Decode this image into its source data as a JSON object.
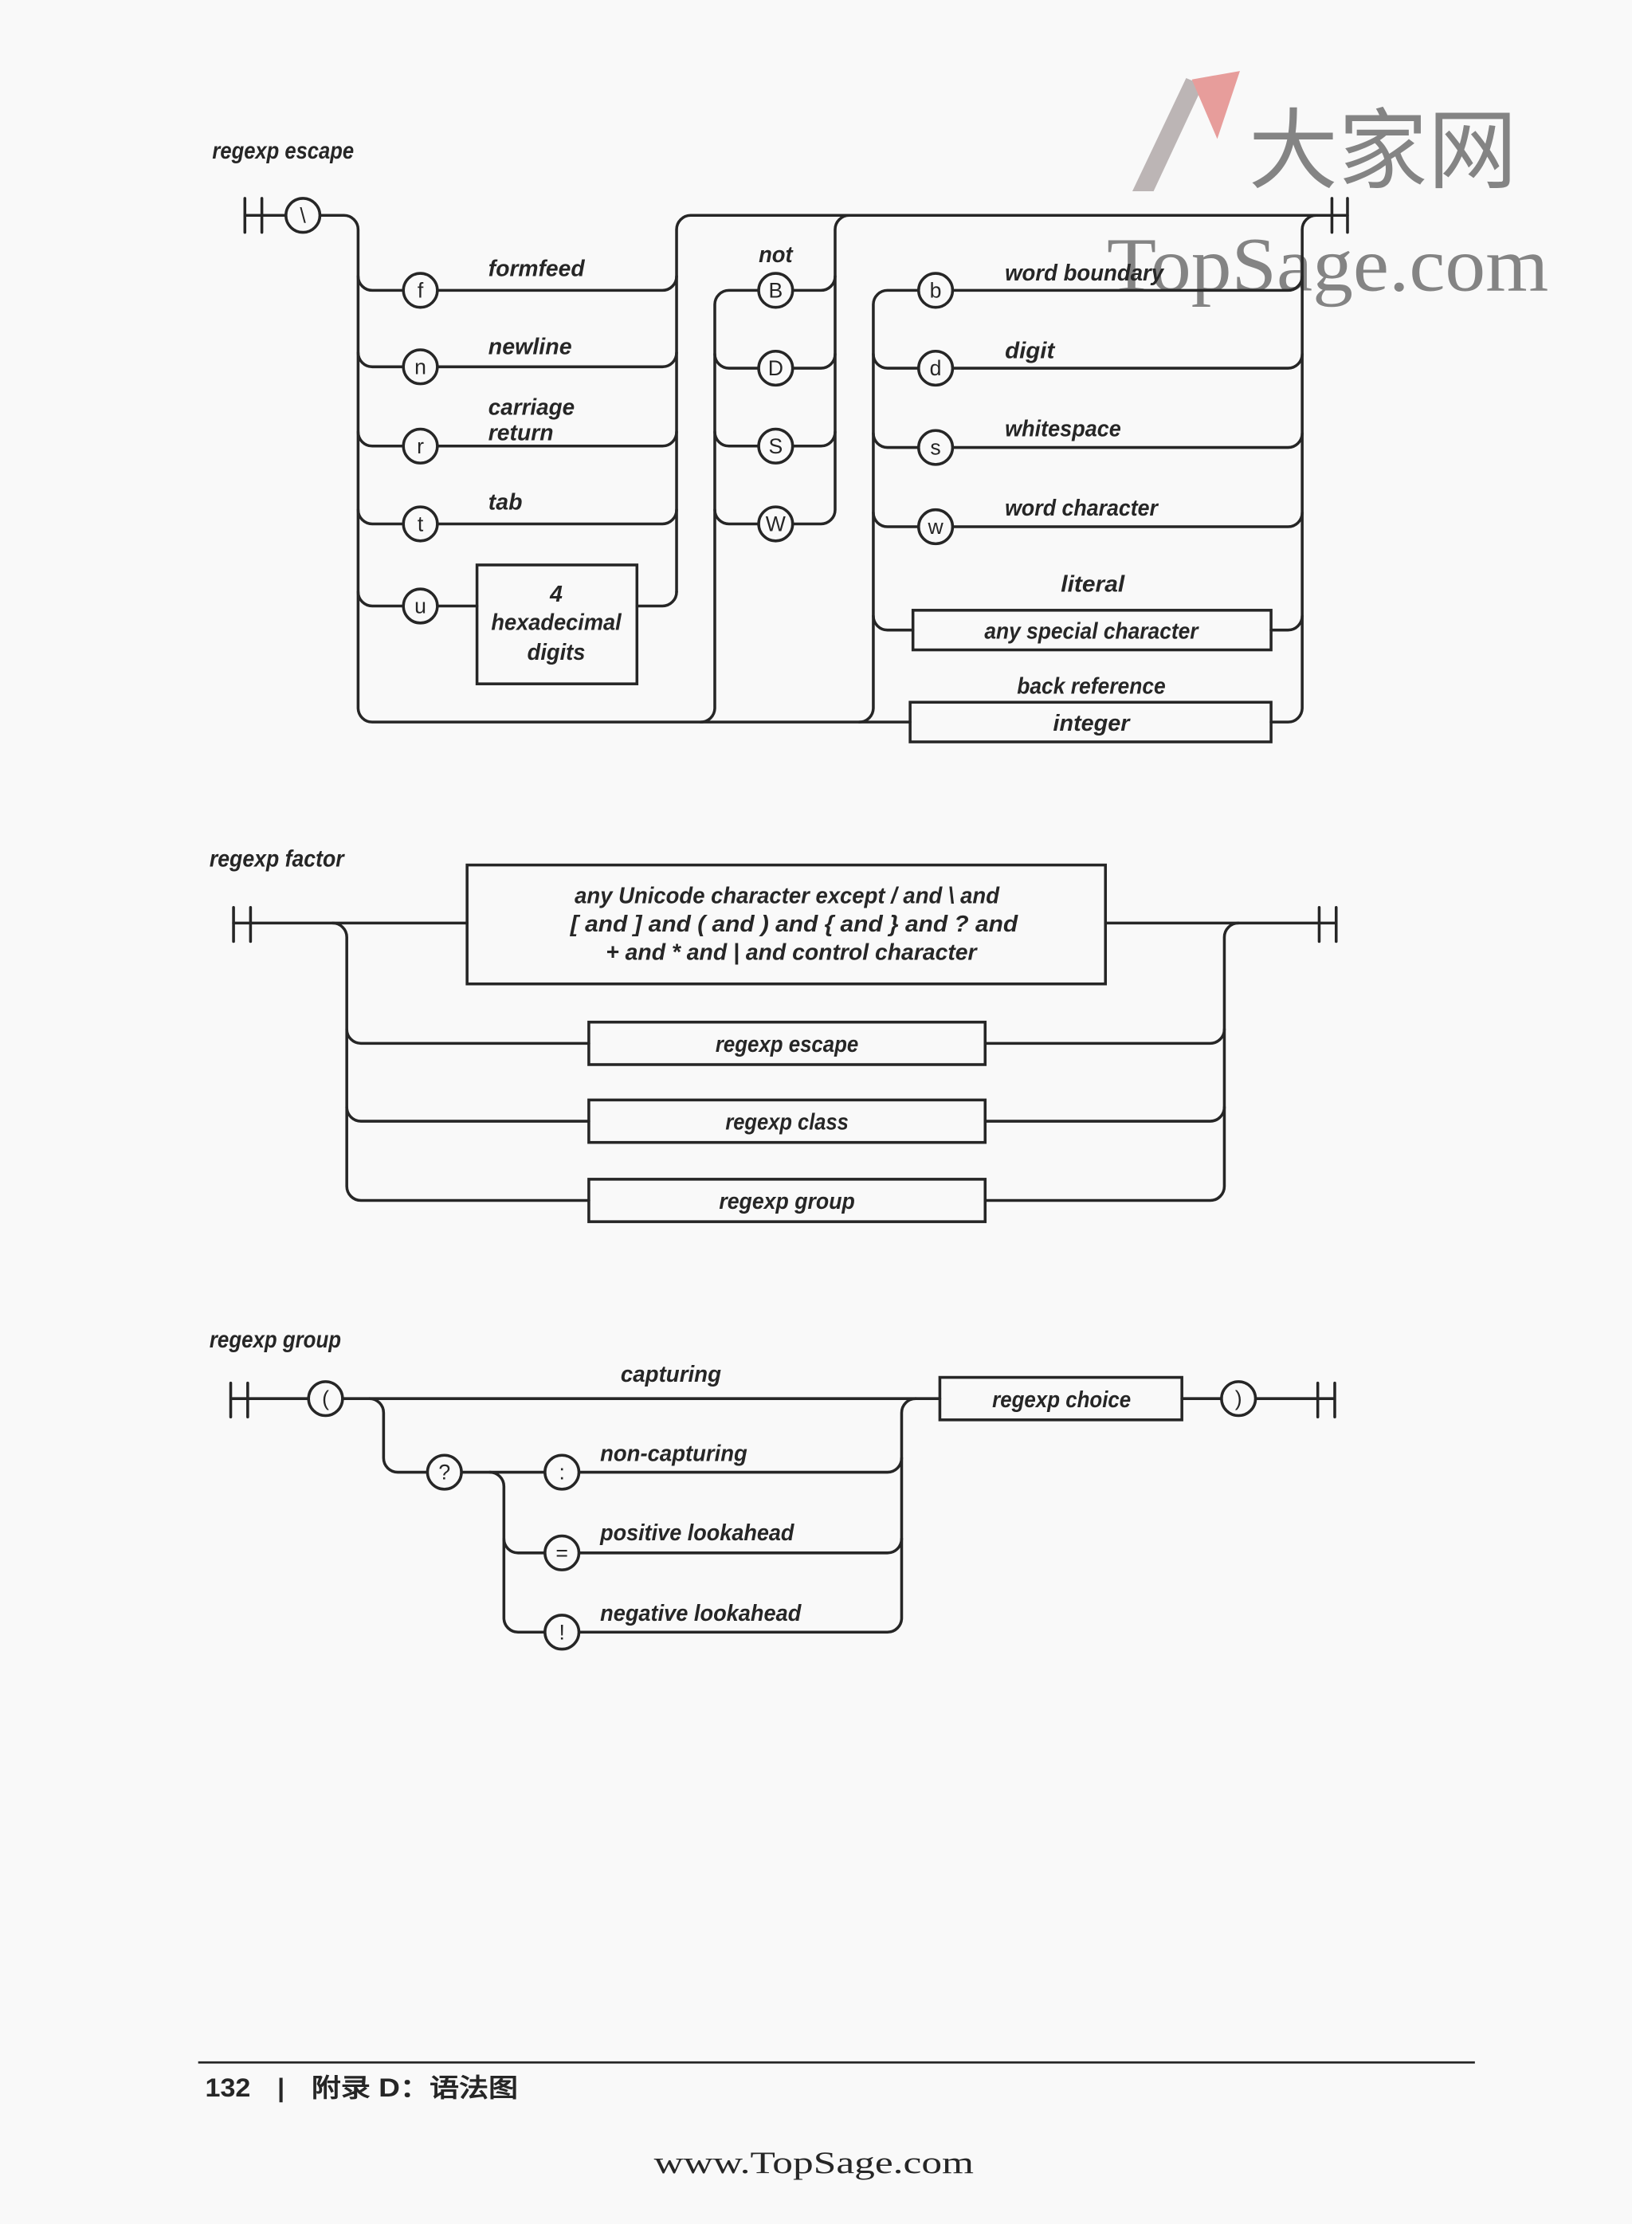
{
  "page": {
    "background": "#f9f9f9",
    "ink": "#262626"
  },
  "watermark": {
    "logo_text": "大家网",
    "site_text": "TopSage.com",
    "logo_color": "#d9534f",
    "text_color": "#8c7f7f",
    "site_color": "#e7a9a9"
  },
  "escape": {
    "title": "regexp escape",
    "start_char": "\\",
    "escapes": [
      {
        "char": "f",
        "label": "formfeed"
      },
      {
        "char": "n",
        "label": "newline"
      },
      {
        "char": "r",
        "label_lines": [
          "carriage",
          "return"
        ]
      },
      {
        "char": "t",
        "label": "tab"
      },
      {
        "char": "u",
        "box_lines": [
          "4",
          "hexadecimal",
          "digits"
        ]
      }
    ],
    "not_label": "not",
    "negated_classes": [
      "B",
      "D",
      "S",
      "W"
    ],
    "classes": [
      {
        "char": "b",
        "label": "word boundary"
      },
      {
        "char": "d",
        "label": "digit"
      },
      {
        "char": "s",
        "label": "whitespace"
      },
      {
        "char": "w",
        "label": "word character"
      }
    ],
    "literal": {
      "label": "literal",
      "box": "any special character"
    },
    "back_reference": {
      "label": "back reference",
      "box": "integer"
    }
  },
  "factor": {
    "title": "regexp factor",
    "main_box_lines": [
      "any Unicode character except / and \\ and",
      "[ and ] and ( and ) and { and } and ? and",
      "+ and * and | and control character"
    ],
    "alternatives": [
      "regexp escape",
      "regexp class",
      "regexp group"
    ]
  },
  "group": {
    "title": "regexp group",
    "open_char": "(",
    "close_char": ")",
    "capturing_label": "capturing",
    "question_char": "?",
    "kinds": [
      {
        "char": ":",
        "label": "non-capturing"
      },
      {
        "char": "=",
        "label": "positive lookahead"
      },
      {
        "char": "!",
        "label": "negative lookahead"
      }
    ],
    "choice_box": "regexp choice"
  },
  "footer": {
    "page_number": "132",
    "separator": "|",
    "section": "附录 D：语法图",
    "site_url": "www.TopSage.com"
  }
}
